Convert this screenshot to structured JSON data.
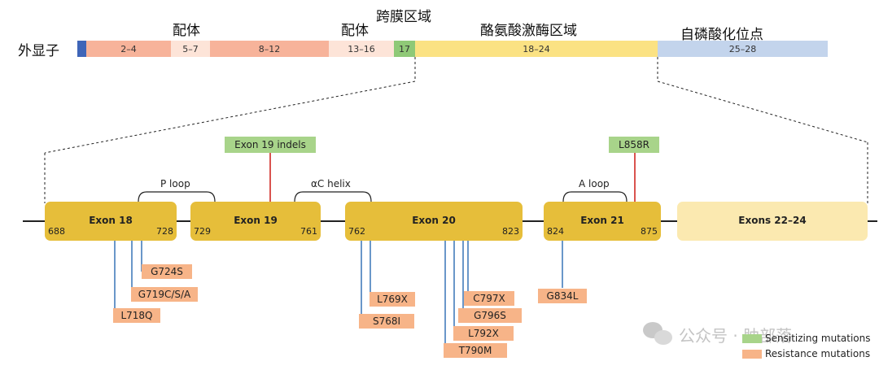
{
  "protein_bar": {
    "row_label": "外显子",
    "domain_labels": [
      "配体",
      "配体",
      "跨膜区域",
      "酪氨酸激酶区域",
      "自磷酸化位点"
    ],
    "segments": [
      "",
      "2–4",
      "5–7",
      "8–12",
      "13–16",
      "17",
      "18–24",
      "25–28"
    ]
  },
  "exons": [
    {
      "name": "Exon 18",
      "start": "688",
      "end": "728"
    },
    {
      "name": "Exon 19",
      "start": "729",
      "end": "761"
    },
    {
      "name": "Exon 20",
      "start": "762",
      "end": "823"
    },
    {
      "name": "Exon 21",
      "start": "824",
      "end": "875"
    },
    {
      "name": "Exons 22–24"
    }
  ],
  "loops": [
    "P loop",
    "αC helix",
    "A loop"
  ],
  "sensitizing": [
    "Exon 19 indels",
    "L858R"
  ],
  "resistance": [
    "G724S",
    "G719C/S/A",
    "L718Q",
    "L769X",
    "S768I",
    "C797X",
    "G796S",
    "L792X",
    "T790M",
    "G834L"
  ],
  "legend": {
    "sensitizing_label": "Sensitizing mutations",
    "resistance_label": "Resistance mutations",
    "sensitizing_color": "#a8d48a",
    "resistance_color": "#f7b488"
  },
  "watermark": {
    "text": "公众号 · 肿部落"
  }
}
